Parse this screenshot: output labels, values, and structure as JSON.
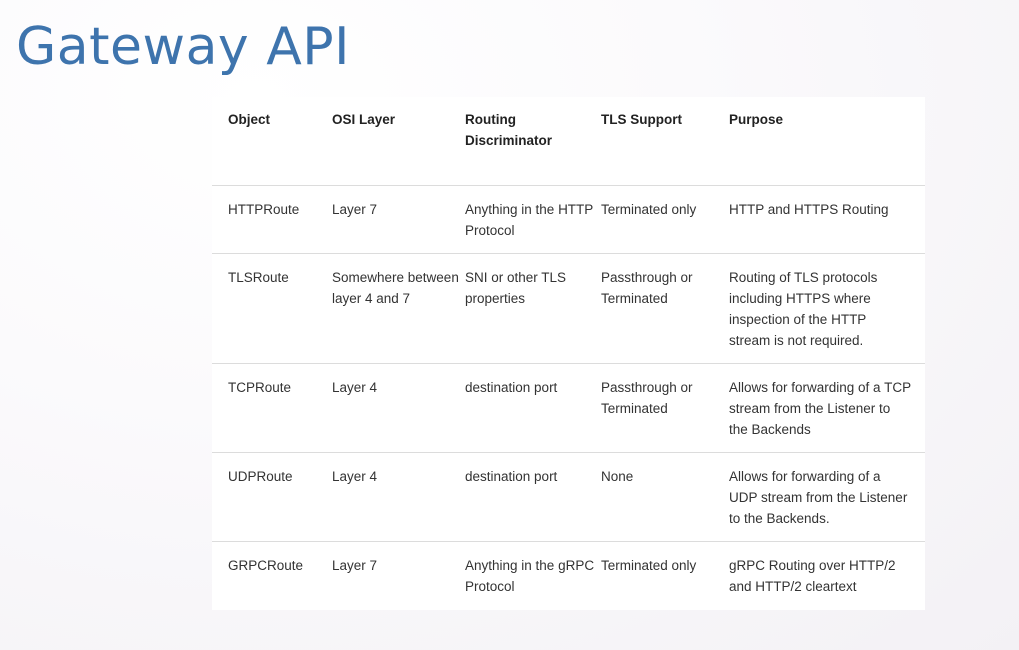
{
  "page": {
    "title": "Gateway API"
  },
  "table": {
    "headers": [
      "Object",
      "OSI Layer",
      "Routing Discriminator",
      "TLS Support",
      "Purpose"
    ],
    "rows": [
      [
        "HTTPRoute",
        "Layer 7",
        "Anything in the HTTP Protocol",
        "Terminated only",
        "HTTP and HTTPS Routing"
      ],
      [
        "TLSRoute",
        "Somewhere between layer 4 and 7",
        "SNI or other TLS properties",
        "Passthrough or Terminated",
        "Routing of TLS protocols including HTTPS where inspection of the HTTP stream is not required."
      ],
      [
        "TCPRoute",
        "Layer 4",
        "destination port",
        "Passthrough or Terminated",
        "Allows for forwarding of a TCP stream from the Listener to the Backends"
      ],
      [
        "UDPRoute",
        "Layer 4",
        "destination port",
        "None",
        "Allows for forwarding of a UDP stream from the Listener to the Backends."
      ],
      [
        "GRPCRoute",
        "Layer 7",
        "Anything in the gRPC Protocol",
        "Terminated only",
        "gRPC Routing over HTTP/2 and HTTP/2 cleartext"
      ]
    ]
  },
  "colors": {
    "title": "#3e74ad",
    "table_background": "#ffffff",
    "divider": "#dcdcdc"
  }
}
